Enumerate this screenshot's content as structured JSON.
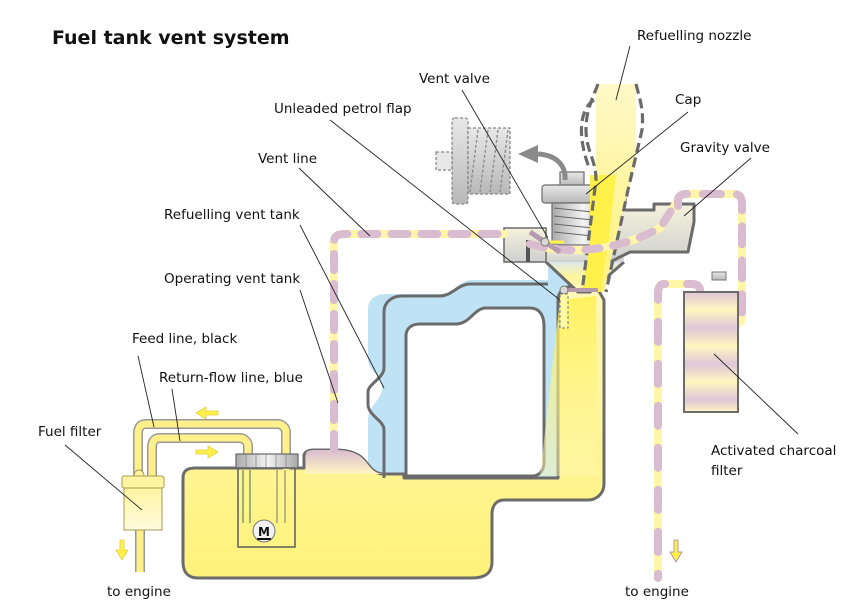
{
  "title": "Fuel tank vent system",
  "labels": {
    "refuelling_nozzle": "Refuelling nozzle",
    "vent_valve": "Vent valve",
    "cap": "Cap",
    "unleaded_petrol_flap": "Unleaded petrol flap",
    "gravity_valve": "Gravity valve",
    "vent_line": "Vent line",
    "refuelling_vent_tank": "Refuelling vent tank",
    "operating_vent_tank": "Operating vent tank",
    "feed_line": "Feed line, black",
    "return_flow_line": "Return-flow line, blue",
    "fuel_filter": "Fuel filter",
    "activated_charcoal_filter_line1": "Activated charcoal",
    "activated_charcoal_filter_line2": "filter",
    "to_engine_left": "to engine",
    "to_engine_right": "to engine",
    "pump_motor": "M"
  },
  "colors": {
    "fuel_yellow": "#fff27a",
    "fuel_light": "#fffbd0",
    "vent_pink": "#d9bcd0",
    "vent_tank_blue": "#bfe3f5",
    "outline_gray": "#6b6b6b",
    "metal_gray": "#c8c8c8"
  }
}
